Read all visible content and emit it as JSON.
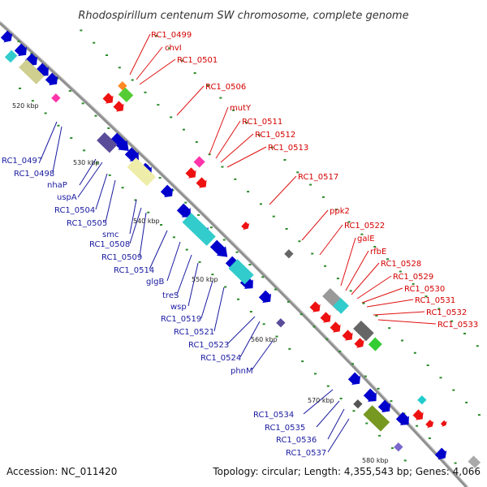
{
  "title": "Rhodospirillum centenum SW chromosome, complete genome",
  "footer": {
    "accession": "Accession: NC_011420",
    "summary": "Topology: circular; Length: 4,355,543 bp; Genes: 4,066"
  },
  "kbp_labels": [
    "520 kbp",
    "530 kbp",
    "540 kbp",
    "550 kbp",
    "560 kbp",
    "570 kbp",
    "580 kbp"
  ],
  "red_labels": [
    "RC1_0499",
    "chvI",
    "RC1_0501",
    "RC1_0506",
    "mutY",
    "RC1_0511",
    "RC1_0512",
    "RC1_0513",
    "RC1_0517",
    "ppk2",
    "RC1_0522",
    "galE",
    "rfbE",
    "RC1_0528",
    "RC1_0529",
    "RC1_0530",
    "RC1_0531",
    "RC1_0532",
    "RC1_0533"
  ],
  "blue_labels": [
    "RC1_0497",
    "RC1_0498",
    "nhaP",
    "uspA",
    "RC1_0504",
    "RC1_0505",
    "smc",
    "RC1_0508",
    "RC1_0509",
    "RC1_0514",
    "glgB",
    "treS",
    "wsp",
    "RC1_0519",
    "RC1_0521",
    "RC1_0523",
    "RC1_0524",
    "phnM",
    "RC1_0534",
    "RC1_0535",
    "RC1_0536",
    "RC1_0537"
  ],
  "colors": {
    "forward": "#d00000",
    "reverse": "#0000cc",
    "backbone": "#808080",
    "tick": "#2a8a2a"
  }
}
